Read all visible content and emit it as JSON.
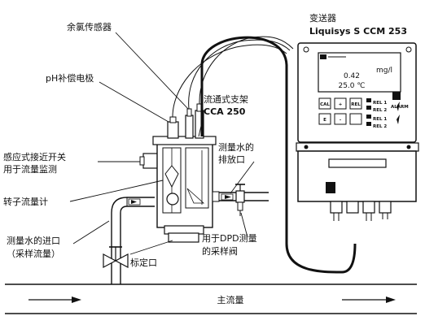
{
  "labels": {
    "chlorine_sensor": "余氯传感器",
    "ph_electrode": "pH补偿电极",
    "flow_holder": "流通式支架",
    "flow_holder_model": "CCA 250",
    "proximity_line1": "感应式接近开关",
    "proximity_line2": "用于流量监测",
    "rotameter": "转子流量计",
    "drain_line1": "测量水的",
    "drain_line2": "排放口",
    "inlet_line1": "测量水的进口",
    "inlet_line2": "（采样流量）",
    "calibration_port": "标定口",
    "dpd_line1": "用于DPD测量",
    "dpd_line2": "的采样阀",
    "main_flow": "主流量",
    "transmitter_title": "变送器",
    "transmitter_model": "Liquisys S CCM 253"
  },
  "display": {
    "value": "0.42",
    "unit": "mg/l",
    "temperature": "25.0 ℃"
  },
  "keys": {
    "cal": "CAL",
    "plus": "+",
    "e": "E",
    "minus": "-",
    "rel": "REL",
    "alarm": "ALARM",
    "rel1": "REL 1",
    "rel2": "REL 2"
  }
}
